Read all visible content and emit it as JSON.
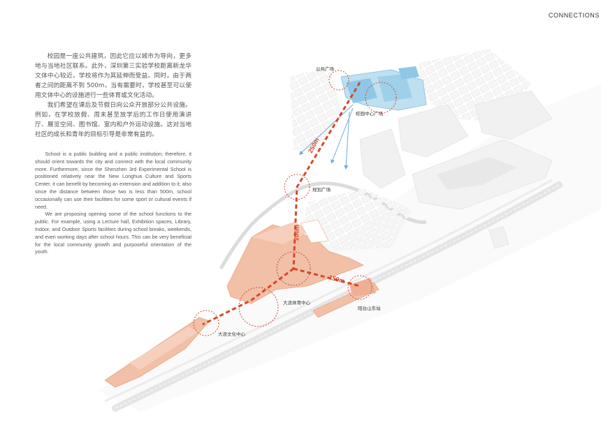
{
  "header": {
    "title": "CONNECTIONS"
  },
  "text": {
    "cn": [
      "校园是一座公共建筑，因此它应以城市为导向，更多地与当地社区联系。此外，深圳第三实验学校距离新龙华文体中心较近，学校将作为其延伸而受益。同时，由于两者之间的距离不到 500m，当有需要时，学校甚至可以使用文体中心的设施进行一些体育或文化活动。",
      "我们希望在课后及节假日向公众开放部分公共设施。例如，在学校放假、周末甚至放学后的工作日使用演讲厅、展览空间、图书馆、室内和户外运动设施。这对当地社区的成长和青年的目标引导是非常有益的。"
    ],
    "en": [
      "School is a public building and a public institution; therefore, it should orient towards the city and connect with the local community more. Furthermore, since the Shenzhen 3rd Experimental School is positioned relatively near the New Longhua Culture and Sports Center, it can benefit by becoming an extension and addition to it; also since the distance between those two is less than 500m, school occasionally can use their facilities for some sport or cultural events if need.",
      "We are proposing opening some of the school functions to the public. For example, using a Lecture hall, Exhibition spaces, Library, Indoor, and Outdoor Sports facilities during school breaks, weekends, and even working days after school hours. This can be very beneficial for the local community growth and purposeful orientation of the youth."
    ]
  },
  "map": {
    "labels": {
      "public_plaza": "公共广场",
      "campus_center_plaza": "校园中心广场",
      "planned_plaza": "规划广场",
      "sports_center": "大浪体育中心",
      "station": "阳台山东站",
      "culture_center": "大浪文化中心"
    },
    "distances": {
      "d1": "250m",
      "d2": "200m",
      "d3": "150m"
    },
    "colors": {
      "route": "#d8472b",
      "school": "#8fc8e6",
      "civic": "#f0b9a0",
      "context": "#f0f0f0",
      "road": "#e6e6e6"
    }
  }
}
